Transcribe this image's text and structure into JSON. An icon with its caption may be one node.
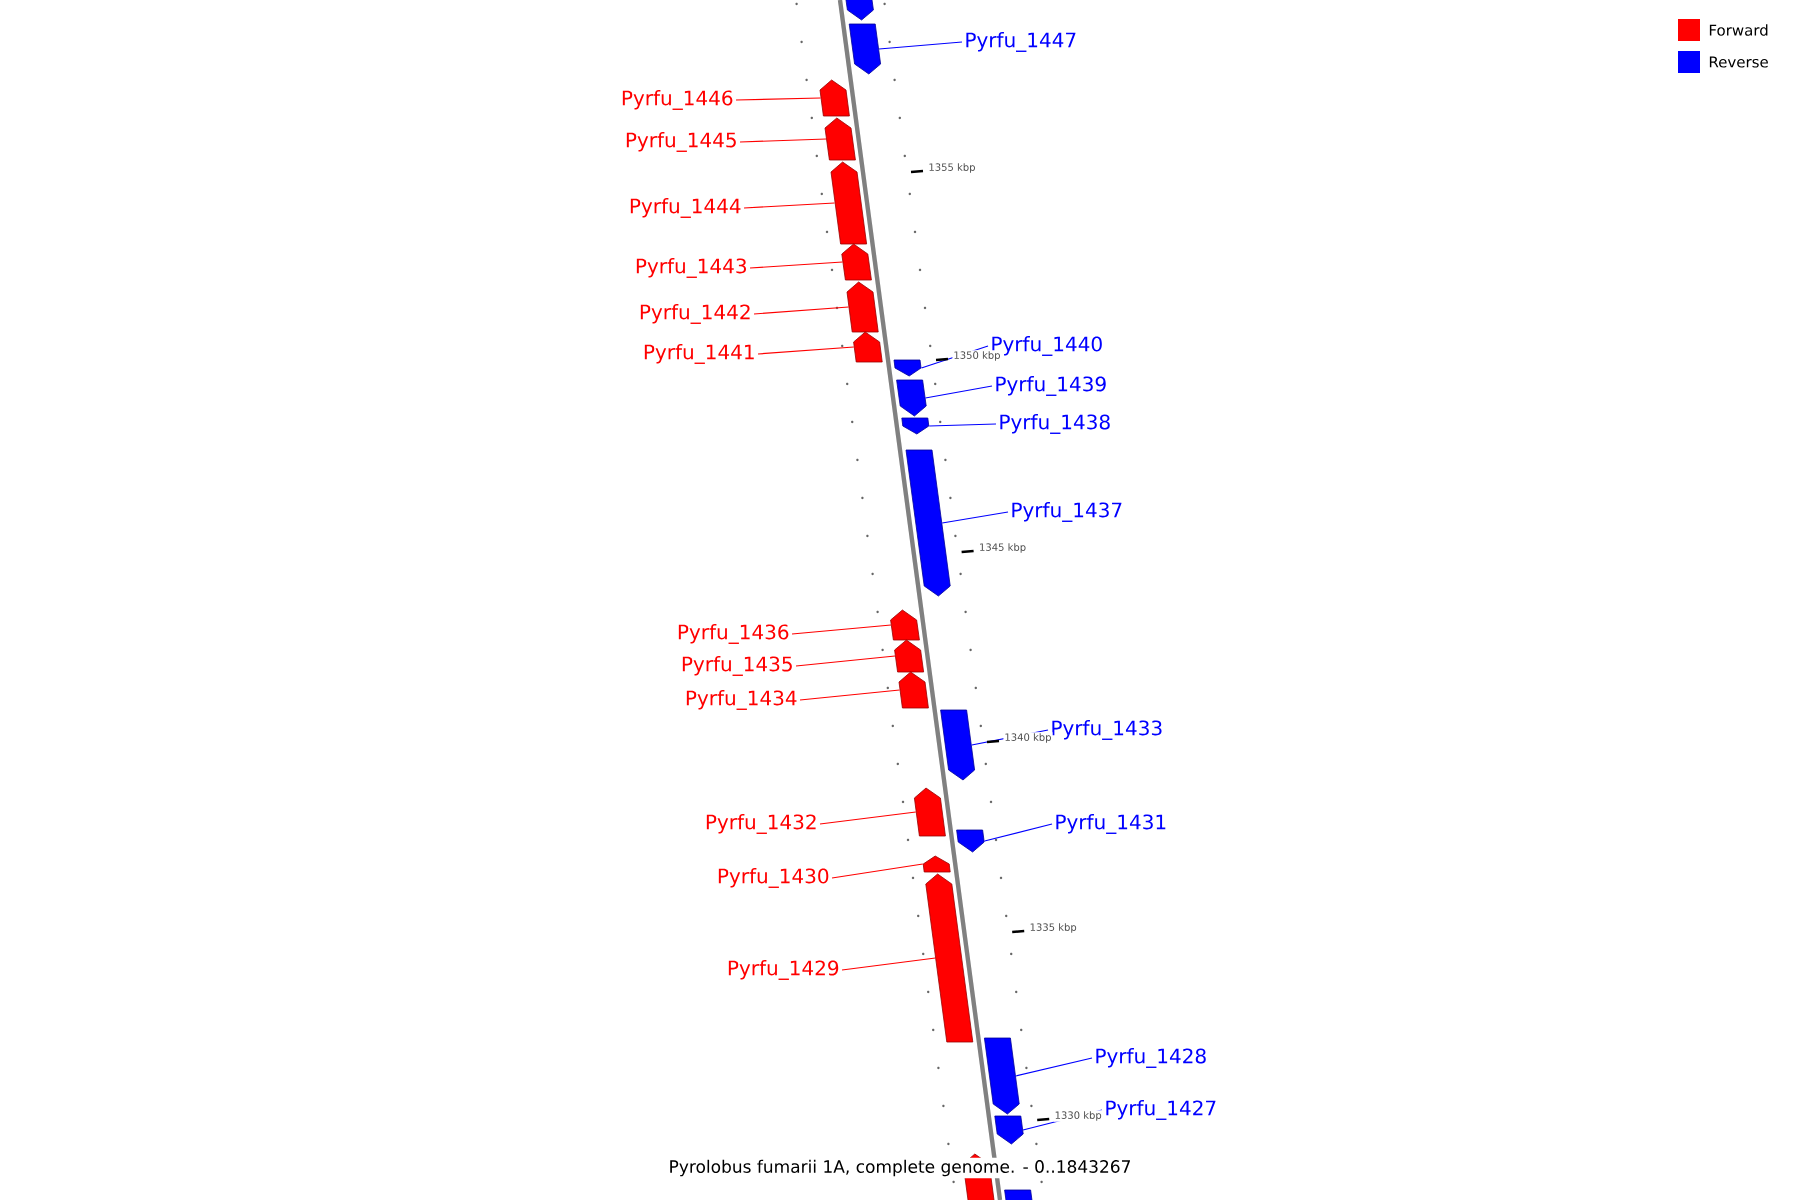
{
  "diagram": {
    "caption": "Pyrolobus fumarii 1A, complete genome. - 0..1843267",
    "nodes": [
      {
        "text": [],
        "shape": "pentagon"
      },
      {
        "text": [
          "Pyrfu_1447"
        ]
      },
      {
        "text": [],
        "shape": "pentagon"
      },
      {
        "text": [
          "Pyrfu_1446"
        ]
      },
      {
        "text": [],
        "shape": "pentagon"
      },
      {
        "text": [
          "Pyrfu_1445"
        ]
      },
      {
        "text": [],
        "shape": "pentagon"
      },
      {
        "text": [
          "Pyrfu_1444"
        ]
      },
      {
        "text": [],
        "shape": "pentagon"
      },
      {
        "text": [
          "Pyrfu_1443"
        ]
      },
      {
        "text": [],
        "shape": "pentagon"
      },
      {
        "text": [
          "Pyrfu_1442"
        ]
      },
      {
        "text": [],
        "shape": "pentagon"
      },
      {
        "text": [
          "Pyrfu_1441"
        ]
      },
      {
        "text": [],
        "shape": "pentagon"
      },
      {
        "text": [
          "Pyrfu_1440"
        ]
      },
      {
        "text": [],
        "shape": "pentagon"
      },
      {
        "text": [
          "Pyrfu_1439"
        ]
      },
      {
        "text": [],
        "shape": "pentagon"
      },
      {
        "text": [
          "Pyrfu_1438"
        ]
      },
      {
        "text": [],
        "shape": "pentagon"
      },
      {
        "text": [
          "Pyrfu_1437"
        ]
      },
      {
        "text": [],
        "shape": "pentagon"
      },
      {
        "text": [
          "Pyrfu_1436"
        ]
      },
      {
        "text": [],
        "shape": "pentagon"
      },
      {
        "text": [
          "Pyrfu_1435"
        ]
      },
      {
        "text": [],
        "shape": "pentagon"
      },
      {
        "text": [
          "Pyrfu_1434"
        ]
      },
      {
        "text": [],
        "shape": "pentagon"
      },
      {
        "text": [
          "Pyrfu_1433"
        ]
      },
      {
        "text": [],
        "shape": "pentagon"
      },
      {
        "text": [
          "Pyrfu_1432"
        ]
      },
      {
        "text": [],
        "shape": "pentagon"
      },
      {
        "text": [
          "Pyrfu_1431"
        ]
      },
      {
        "text": [],
        "shape": "pentagon"
      },
      {
        "text": [
          "Pyrfu_1430"
        ]
      },
      {
        "text": [],
        "shape": "pentagon"
      },
      {
        "text": [
          "Pyrfu_1429"
        ]
      },
      {
        "text": [],
        "shape": "pentagon"
      },
      {
        "text": [
          "Pyrfu_1428"
        ]
      },
      {
        "text": [],
        "shape": "pentagon"
      },
      {
        "text": [
          "Pyrfu_1427"
        ]
      },
      {
        "text": [],
        "shape": "pentagon"
      },
      {
        "text": [],
        "shape": "pentagon"
      },
      {
        "text": [],
        "shape": "pentagon"
      }
    ],
    "edges": [
      {
        "from": 1,
        "to": 2,
        "arrow": "none",
        "color": "#0000ff"
      },
      {
        "from": 3,
        "to": 4,
        "arrow": "none",
        "color": "#ff0000"
      },
      {
        "from": 5,
        "to": 6,
        "arrow": "none",
        "color": "#ff0000"
      },
      {
        "from": 7,
        "to": 8,
        "arrow": "none",
        "color": "#ff0000"
      },
      {
        "from": 9,
        "to": 10,
        "arrow": "none",
        "color": "#ff0000"
      },
      {
        "from": 11,
        "to": 12,
        "arrow": "none",
        "color": "#ff0000"
      },
      {
        "from": 13,
        "to": 14,
        "arrow": "none",
        "color": "#ff0000"
      },
      {
        "from": 15,
        "to": 16,
        "arrow": "none",
        "color": "#0000ff"
      },
      {
        "from": 17,
        "to": 18,
        "arrow": "none",
        "color": "#0000ff"
      },
      {
        "from": 19,
        "to": 20,
        "arrow": "none",
        "color": "#0000ff"
      },
      {
        "from": 21,
        "to": 22,
        "arrow": "none",
        "color": "#0000ff"
      },
      {
        "from": 23,
        "to": 24,
        "arrow": "none",
        "color": "#ff0000"
      },
      {
        "from": 25,
        "to": 26,
        "arrow": "none",
        "color": "#ff0000"
      },
      {
        "from": 27,
        "to": 28,
        "arrow": "none",
        "color": "#ff0000"
      },
      {
        "from": 29,
        "to": 30,
        "arrow": "none",
        "color": "#0000ff"
      },
      {
        "from": 31,
        "to": 32,
        "arrow": "none",
        "color": "#ff0000"
      },
      {
        "from": 33,
        "to": 34,
        "arrow": "none",
        "color": "#0000ff"
      },
      {
        "from": 35,
        "to": 36,
        "arrow": "none",
        "color": "#ff0000"
      },
      {
        "from": 37,
        "to": 38,
        "arrow": "none",
        "color": "#ff0000"
      },
      {
        "from": 39,
        "to": 40,
        "arrow": "none",
        "color": "#0000ff"
      },
      {
        "from": 41,
        "to": 42,
        "arrow": "none",
        "color": "#0000ff"
      }
    ],
    "labels": [
      "1355 kbp",
      "1350 kbp",
      "1345 kbp",
      "1340 kbp",
      "1335 kbp",
      "1330 kbp"
    ],
    "legend": [
      {
        "text": "Forward",
        "color": "#ff0000"
      },
      {
        "text": "Reverse",
        "color": "#0000ff"
      }
    ]
  }
}
